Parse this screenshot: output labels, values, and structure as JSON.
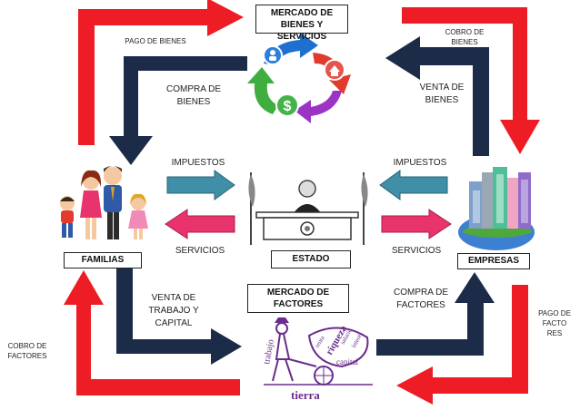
{
  "labels": {
    "mercado_bienes": "MERCADO DE BIENES Y SERVICIOS",
    "mercado_factores": "MERCADO DE FACTORES",
    "familias": "FAMILIAS",
    "empresas": "EMPRESAS",
    "estado": "ESTADO",
    "pago_bienes": "PAGO DE BIENES",
    "cobro_bienes": "COBRO DE BIENES",
    "compra_bienes": "COMPRA DE BIENES",
    "venta_bienes": "VENTA DE BIENES",
    "impuestos_left": "IMPUESTOS",
    "impuestos_right": "IMPUESTOS",
    "servicios_left": "SERVICIOS",
    "servicios_right": "SERVICIOS",
    "venta_trabajo": "VENTA DE TRABAJO Y CAPITAL",
    "compra_factores": "COMPRA DE FACTORES",
    "cobro_factores": "COBRO DE FACTORES",
    "pago_factores": "PAGO DE FACTO RES"
  },
  "illustration_text": {
    "dollar": "$",
    "tierra": "tierra",
    "trabajo": "trabajo",
    "riqueza": "riqueza",
    "capital": "capital",
    "renta": "renta",
    "salario": "salario",
    "interes": "interés"
  },
  "colors": {
    "money_flow": "#ee1c24",
    "real_flow": "#1c2b48",
    "state_tax": "#3f8fa8",
    "state_services": "#e8336d"
  }
}
